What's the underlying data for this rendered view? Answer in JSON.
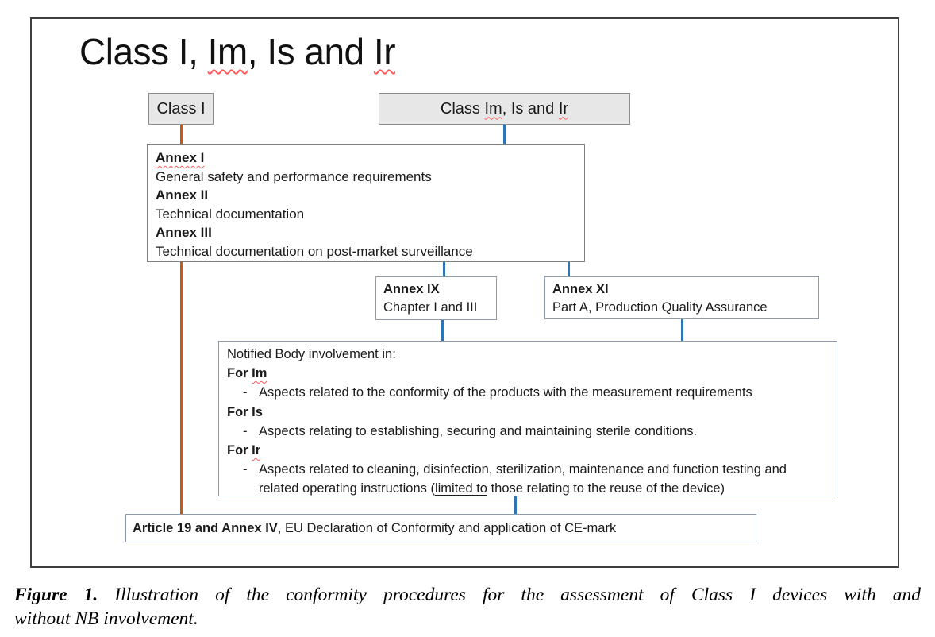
{
  "title": {
    "pre": "Class I, ",
    "im": "Im",
    "mid": ", Is and ",
    "ir": "Ir"
  },
  "nodes": {
    "class1": {
      "label": "Class I"
    },
    "class_imisir": {
      "pre": "Class ",
      "im": "Im",
      "mid": ", Is and ",
      "ir": "Ir"
    },
    "annex_1_2_3": {
      "lines": [
        {
          "heading": "Annex I",
          "body": "General safety and performance requirements"
        },
        {
          "heading": "Annex II",
          "body": "Technical documentation"
        },
        {
          "heading": "Annex III",
          "body": "Technical documentation on post-market surveillance"
        }
      ]
    },
    "annex_ix": {
      "heading": "Annex IX",
      "body": "Chapter I and III"
    },
    "annex_xi": {
      "heading": "Annex XI",
      "body": "Part A, Production Quality Assurance"
    },
    "notified_body": {
      "intro": "Notified Body involvement in:",
      "bullet": "-",
      "for_im_pre": "For ",
      "for_im_term": "Im",
      "im_item": "Aspects related to the conformity of the products with the measurement requirements",
      "for_is": "For Is",
      "is_item": "Aspects relating to establishing, securing and maintaining sterile conditions.",
      "for_ir_pre": "For ",
      "for_ir_term": "Ir",
      "ir_item_pre": "Aspects related to cleaning, disinfection, sterilization, maintenance and function testing and related operating instructions (",
      "ir_item_underlined": "limited to",
      "ir_item_post": " those relating to the reuse of the device)"
    },
    "article19": {
      "bold": "Article 19 and Annex IV",
      "rest": ", EU Declaration of Conformity and application of CE-mark"
    }
  },
  "caption": {
    "label": "Figure 1.",
    "line1": "Illustration of the conformity procedures for the assessment of Class I devices with and",
    "line2": "without NB involvement."
  },
  "colors": {
    "connector_blue": "#2E75B6",
    "connector_orange": "#C55A11",
    "header_node_fill": "#E7E7E7"
  }
}
